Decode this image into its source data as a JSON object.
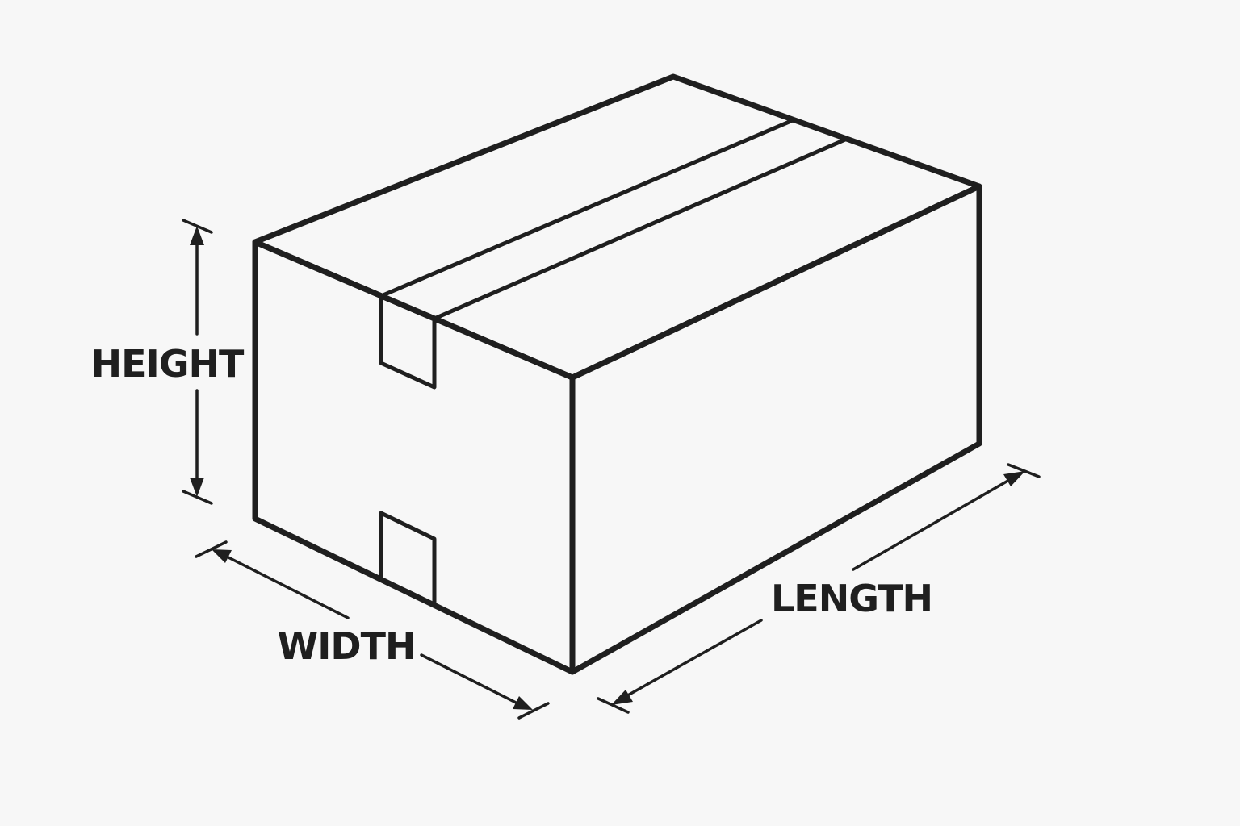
{
  "labels": {
    "height": "HEIGHT",
    "width": "WIDTH",
    "length": "LENGTH"
  },
  "colors": {
    "background": "#f7f7f7",
    "ink": "#1f1f1f"
  }
}
